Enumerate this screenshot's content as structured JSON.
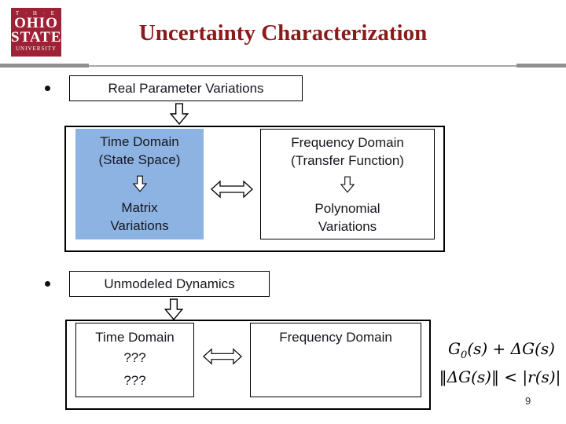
{
  "header": {
    "title": "Uncertainty Characterization",
    "logo": {
      "the": "T · H · E",
      "ohio": "OHIO",
      "state": "STATE",
      "university": "UNIVERSITY"
    }
  },
  "colors": {
    "title_maroon": "#8B1A1A",
    "logo_red": "#9E2235",
    "highlight_blue": "#8DB3E2",
    "box_text": "#16161F",
    "divider_gray": "#A8A8A8"
  },
  "section1": {
    "label": "Real Parameter Variations",
    "time_box": {
      "line1": "Time Domain",
      "line2": "(State Space)",
      "line3": "Matrix",
      "line4": "Variations"
    },
    "freq_box": {
      "line1": "Frequency Domain",
      "line2": "(Transfer Function)",
      "line3": "Polynomial",
      "line4": "Variations"
    }
  },
  "section2": {
    "label": "Unmodeled Dynamics",
    "time_box": {
      "line1": "Time Domain",
      "line2": "???",
      "line3": "???"
    },
    "freq_box": {
      "line1": "Frequency Domain"
    }
  },
  "formulas": {
    "line1_g": "G",
    "line1_sub": "0",
    "line1_rest": "(s) + ΔG(s)",
    "line2": "‖ΔG(s)‖ < |r(s)|"
  },
  "footer": {
    "page_number": "9"
  }
}
